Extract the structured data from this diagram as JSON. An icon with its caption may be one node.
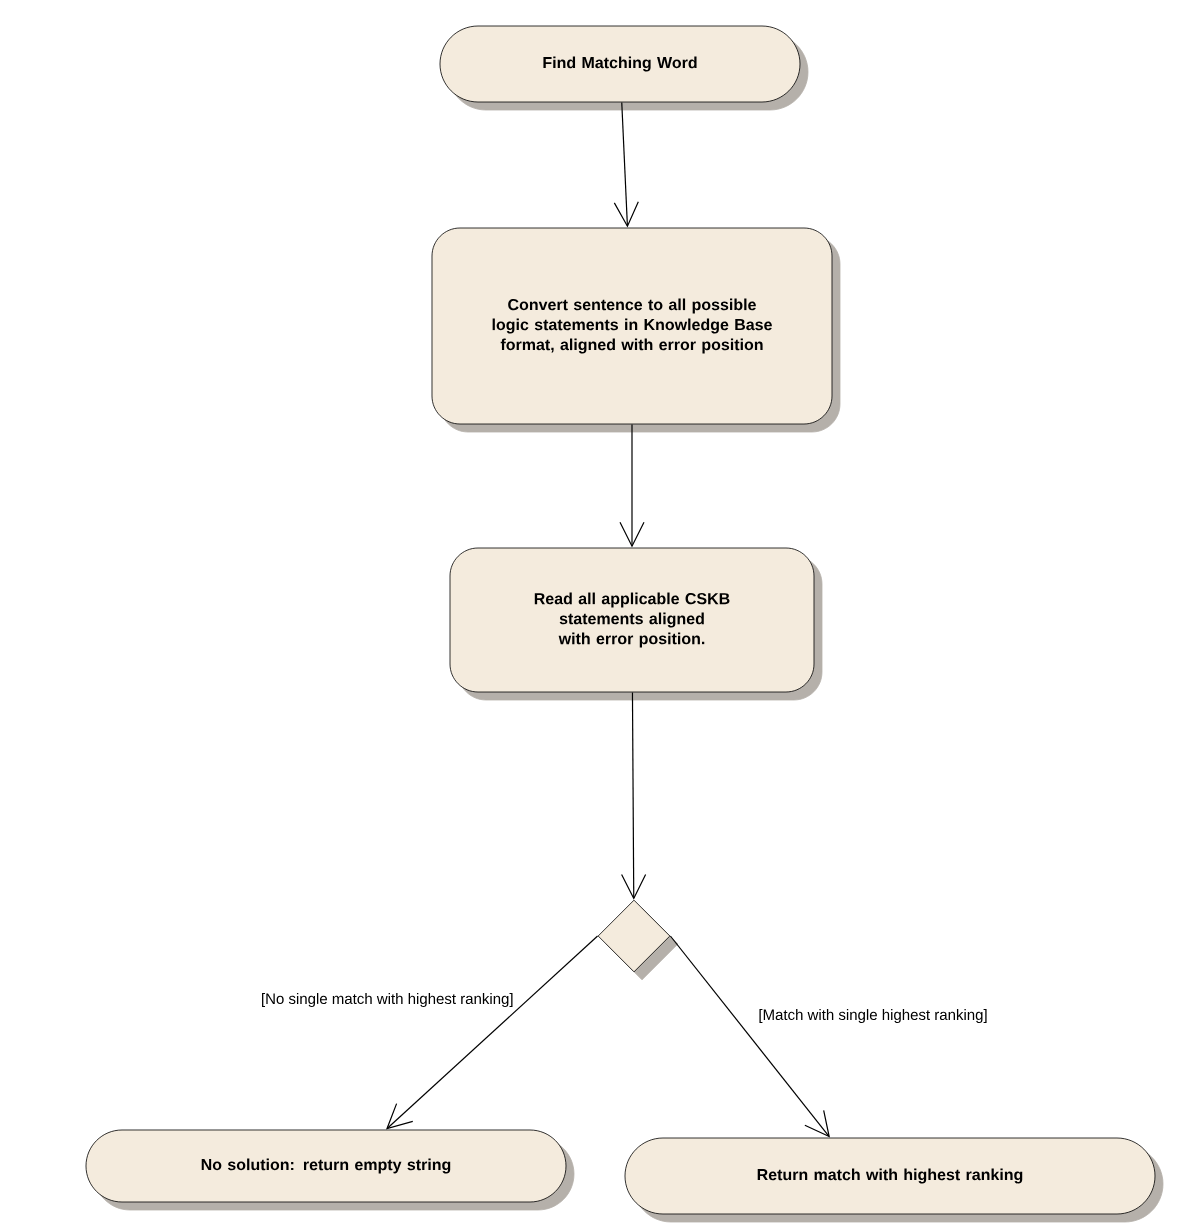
{
  "diagram": {
    "nodes": [
      {
        "text": [
          "**Find Matching Word**"
        ]
      },
      {
        "text": [
          "Convert sentence to all possible logic statements in Knowledge Base format, aligned with error position"
        ]
      },
      {
        "text": [
          "Read all applicable CSKB statements aligned with error position."
        ]
      },
      {
        "text": [],
        "shape": "diamond"
      },
      {
        "text": [
          "No solution: return empty string"
        ]
      },
      {
        "text": [
          "Return match with highest ranking"
        ]
      }
    ],
    "edges": [
      {
        "from": 0,
        "to": 1,
        "arrow": "to"
      },
      {
        "from": 1,
        "to": 2,
        "arrow": "to"
      },
      {
        "from": 2,
        "to": 3,
        "arrow": "to"
      },
      {
        "from": 3,
        "to": 4,
        "arrow": "to",
        "label": "[No single match with highest ranking]"
      },
      {
        "from": 3,
        "to": 5,
        "arrow": "to",
        "label": "[Match with single highest ranking]"
      }
    ]
  }
}
